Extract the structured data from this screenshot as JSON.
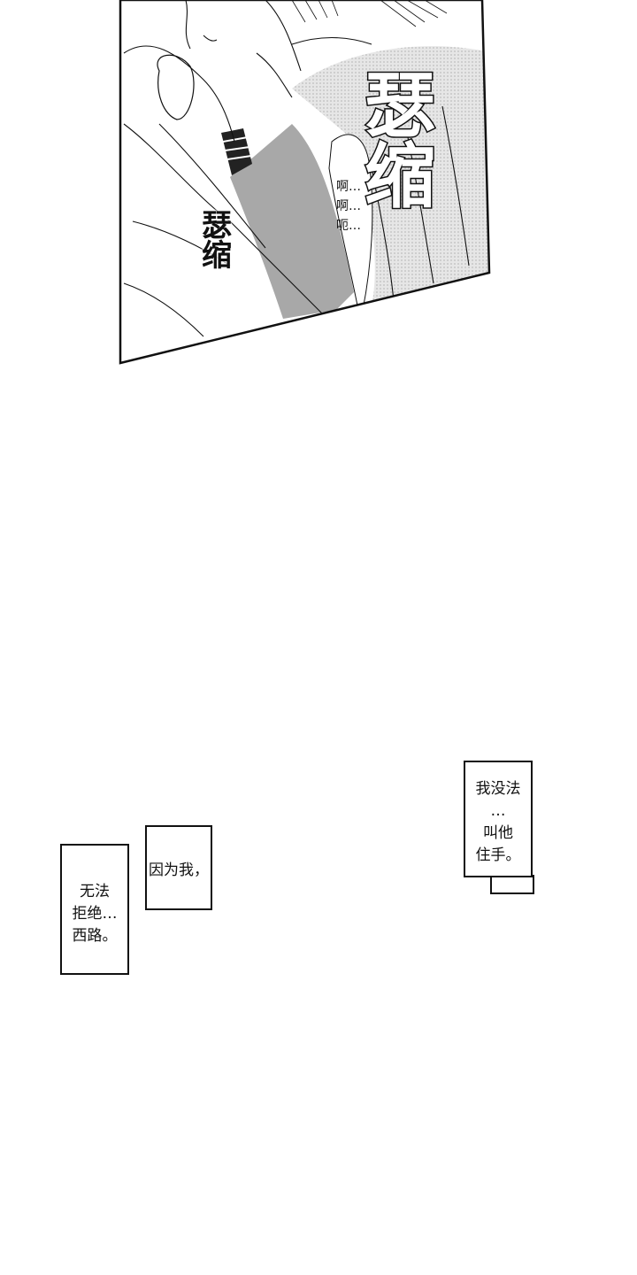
{
  "panel_1": {
    "description": "manga panel: close-up of two figures in school uniforms, one pressing against the other",
    "sfx_large": [
      "瑟",
      "缩"
    ],
    "sfx_small": [
      "瑟",
      "缩"
    ],
    "dialogue": [
      "啊…",
      "啊…",
      "呃…"
    ]
  },
  "captions": [
    {
      "lines": [
        "无法",
        "拒绝…",
        "西路。"
      ]
    },
    {
      "lines": [
        "因为我，"
      ]
    },
    {
      "lines": [
        "我没法",
        "…",
        "叫他",
        "住手。"
      ]
    }
  ],
  "colors": {
    "ink": "#111111",
    "paper": "#ffffff",
    "screentone": "#c8c8c8",
    "vest": "#9a9a9a"
  }
}
